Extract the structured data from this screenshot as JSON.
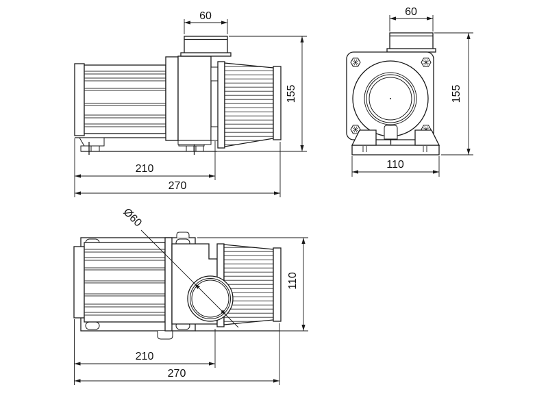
{
  "meta": {
    "type": "technical-dimension-drawing",
    "subject": "pump-three-view-drawing",
    "background_color": "#ffffff",
    "line_color": "#1a1a1a",
    "text_color": "#111111"
  },
  "views": {
    "side": {
      "label": "side-view",
      "dims": {
        "outlet_width": "60",
        "overall_height": "155",
        "body_length": "210",
        "overall_length": "270"
      }
    },
    "front": {
      "label": "front-view",
      "dims": {
        "outlet_width": "60",
        "overall_height": "155",
        "base_width": "110"
      }
    },
    "top": {
      "label": "top-view",
      "dims": {
        "outlet_diameter": "Ø60",
        "base_width": "110",
        "body_length": "210",
        "overall_length": "270"
      }
    }
  }
}
